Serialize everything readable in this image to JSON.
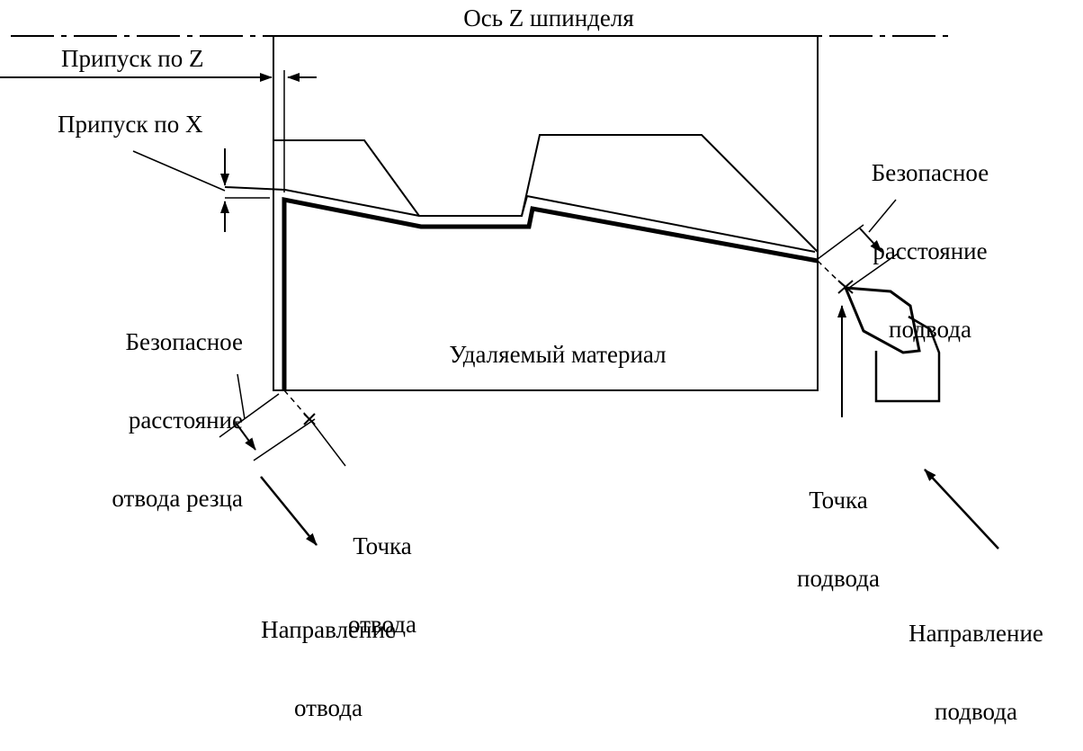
{
  "labels": {
    "spindle_axis": "Ось Z шпинделя",
    "allowance_z": "Припуск по Z",
    "allowance_x": "Припуск по X",
    "safe_approach": [
      "Безопасное",
      "расстояние",
      "подвода"
    ],
    "safe_retract": [
      "Безопасное",
      "расстояние",
      "отвода резца"
    ],
    "removed_material": "Удаляемый материал",
    "retract_point": [
      "Точка",
      "отвода"
    ],
    "approach_point": [
      "Точка",
      "подвода"
    ],
    "retract_direction": [
      "Направление",
      "отвода"
    ],
    "approach_direction": [
      "Направление",
      "подвода"
    ]
  },
  "colors": {
    "ink": "#000000",
    "paper": "#ffffff"
  }
}
